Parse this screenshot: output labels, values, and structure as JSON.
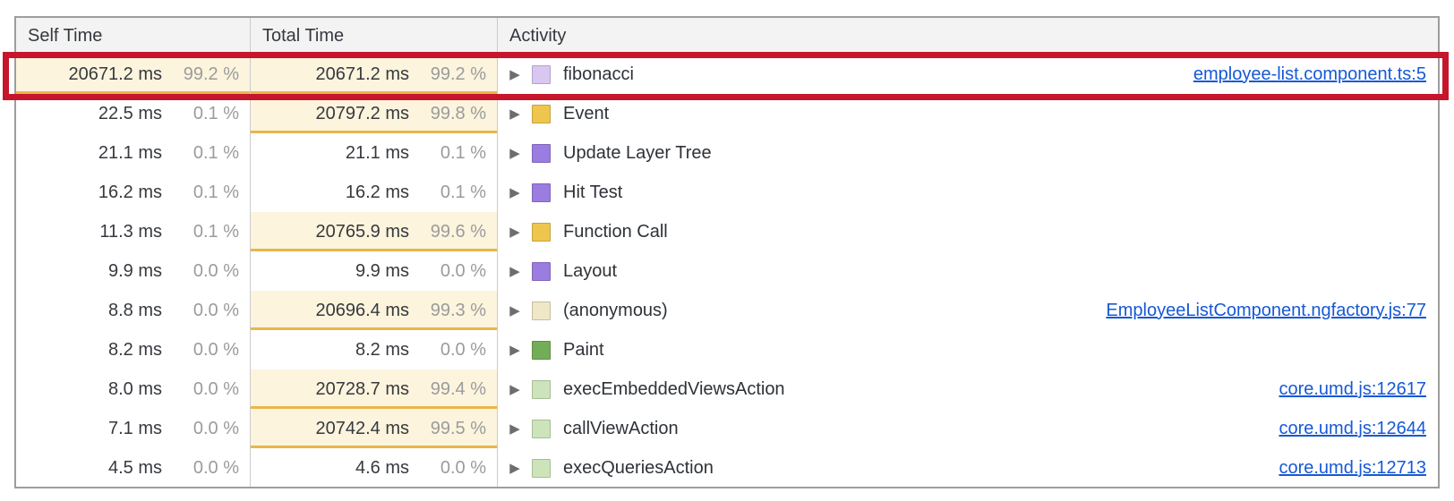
{
  "header": {
    "columns": [
      "Self Time",
      "Total Time",
      "Activity"
    ]
  },
  "icons": {
    "disclosure": "▶"
  },
  "colors": {
    "annotation_red": "#c5162c",
    "link_blue": "#1658d6",
    "highlight_bg": "#fcf4dd",
    "highlight_underline": "#e8b64a",
    "header_bg": "#f3f3f3"
  },
  "rows": [
    {
      "self_ms": "20671.2 ms",
      "self_pct": "99.2 %",
      "self_hl": true,
      "total_ms": "20671.2 ms",
      "total_pct": "99.2 %",
      "total_hl": true,
      "activity": "fibonacci",
      "swatch_color": "#d9c7f2",
      "patterned": true,
      "link": "employee-list.component.ts:5",
      "annotated": true
    },
    {
      "self_ms": "22.5 ms",
      "self_pct": "0.1 %",
      "self_hl": false,
      "total_ms": "20797.2 ms",
      "total_pct": "99.8 %",
      "total_hl": true,
      "activity": "Event",
      "swatch_color": "#efc64d",
      "patterned": true,
      "link": ""
    },
    {
      "self_ms": "21.1 ms",
      "self_pct": "0.1 %",
      "self_hl": false,
      "total_ms": "21.1 ms",
      "total_pct": "0.1 %",
      "total_hl": false,
      "activity": "Update Layer Tree",
      "swatch_color": "#9b7ce0",
      "patterned": false,
      "link": ""
    },
    {
      "self_ms": "16.2 ms",
      "self_pct": "0.1 %",
      "self_hl": false,
      "total_ms": "16.2 ms",
      "total_pct": "0.1 %",
      "total_hl": false,
      "activity": "Hit Test",
      "swatch_color": "#9b7ce0",
      "patterned": false,
      "link": ""
    },
    {
      "self_ms": "11.3 ms",
      "self_pct": "0.1 %",
      "self_hl": false,
      "total_ms": "20765.9 ms",
      "total_pct": "99.6 %",
      "total_hl": true,
      "activity": "Function Call",
      "swatch_color": "#efc64d",
      "patterned": true,
      "link": ""
    },
    {
      "self_ms": "9.9 ms",
      "self_pct": "0.0 %",
      "self_hl": false,
      "total_ms": "9.9 ms",
      "total_pct": "0.0 %",
      "total_hl": false,
      "activity": "Layout",
      "swatch_color": "#9b7ce0",
      "patterned": false,
      "link": ""
    },
    {
      "self_ms": "8.8 ms",
      "self_pct": "0.0 %",
      "self_hl": false,
      "total_ms": "20696.4 ms",
      "total_pct": "99.3 %",
      "total_hl": true,
      "activity": "(anonymous)",
      "swatch_color": "#f0e7c6",
      "patterned": true,
      "link": "EmployeeListComponent.ngfactory.js:77"
    },
    {
      "self_ms": "8.2 ms",
      "self_pct": "0.0 %",
      "self_hl": false,
      "total_ms": "8.2 ms",
      "total_pct": "0.0 %",
      "total_hl": false,
      "activity": "Paint",
      "swatch_color": "#74ad58",
      "patterned": false,
      "link": ""
    },
    {
      "self_ms": "8.0 ms",
      "self_pct": "0.0 %",
      "self_hl": false,
      "total_ms": "20728.7 ms",
      "total_pct": "99.4 %",
      "total_hl": true,
      "activity": "execEmbeddedViewsAction",
      "swatch_color": "#cde4ba",
      "patterned": true,
      "link": "core.umd.js:12617"
    },
    {
      "self_ms": "7.1 ms",
      "self_pct": "0.0 %",
      "self_hl": false,
      "total_ms": "20742.4 ms",
      "total_pct": "99.5 %",
      "total_hl": true,
      "activity": "callViewAction",
      "swatch_color": "#cde4ba",
      "patterned": true,
      "link": "core.umd.js:12644"
    },
    {
      "self_ms": "4.5 ms",
      "self_pct": "0.0 %",
      "self_hl": false,
      "total_ms": "4.6 ms",
      "total_pct": "0.0 %",
      "total_hl": false,
      "activity": "execQueriesAction",
      "swatch_color": "#cde4ba",
      "patterned": true,
      "link": "core.umd.js:12713"
    }
  ]
}
